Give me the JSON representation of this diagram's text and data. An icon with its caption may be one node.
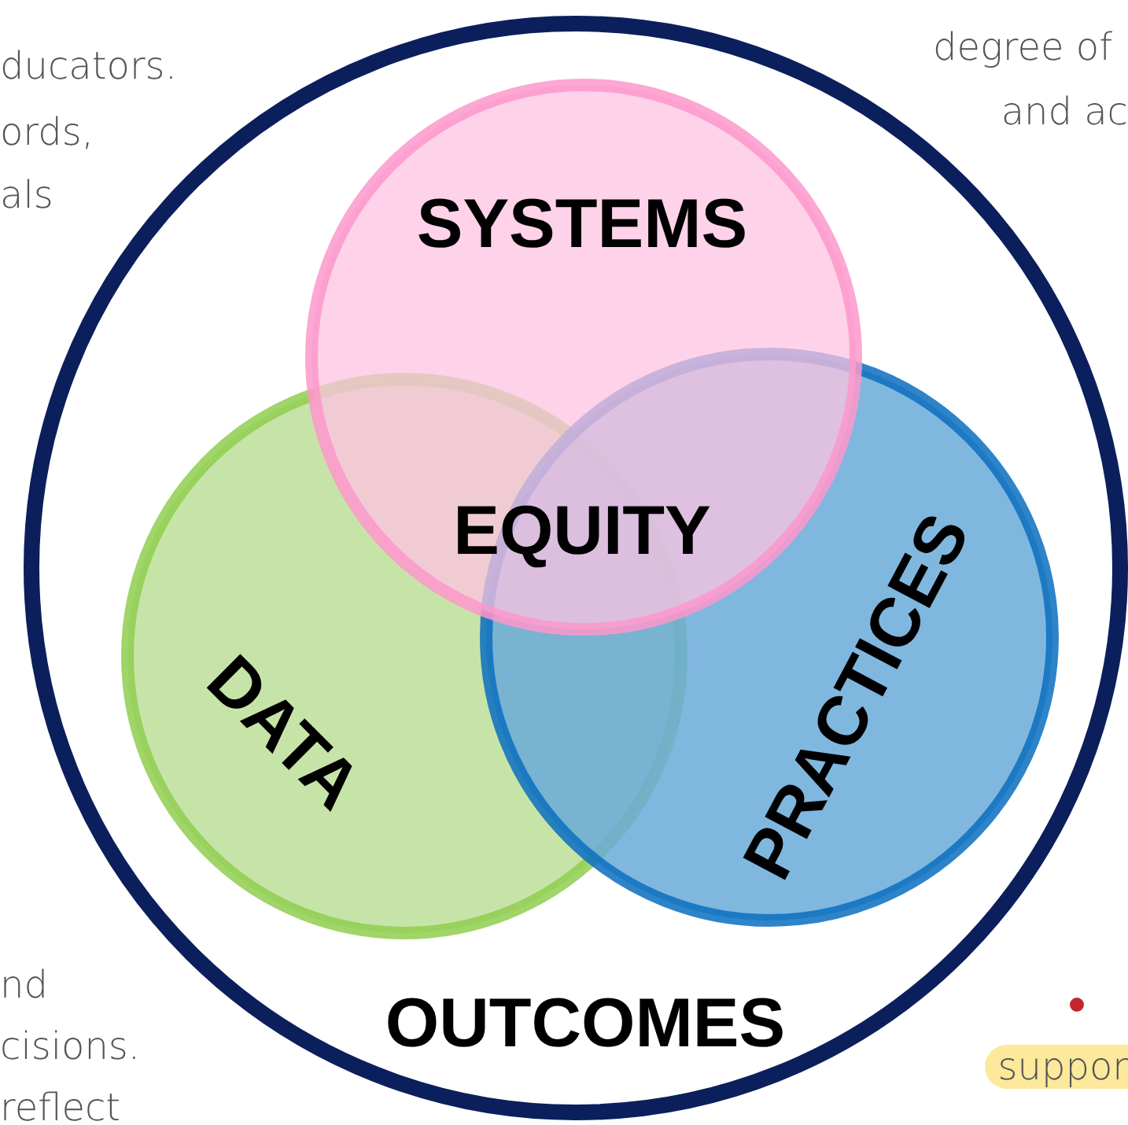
{
  "diagram": {
    "nodes": [
      {
        "text": [
          "OUTCOMES"
        ]
      },
      {
        "text": [
          "SYSTEMS"
        ],
        "in": 0
      },
      {
        "text": [
          "DATA"
        ],
        "in": 0
      },
      {
        "text": [
          "PRACTICES"
        ],
        "in": 0
      }
    ],
    "edges": [],
    "labels": [
      "EQUITY",
      "ducators.",
      "ords,",
      "als",
      "degree of",
      "and ac",
      "nd",
      "cisions.",
      "reflect",
      "suppor"
    ]
  }
}
